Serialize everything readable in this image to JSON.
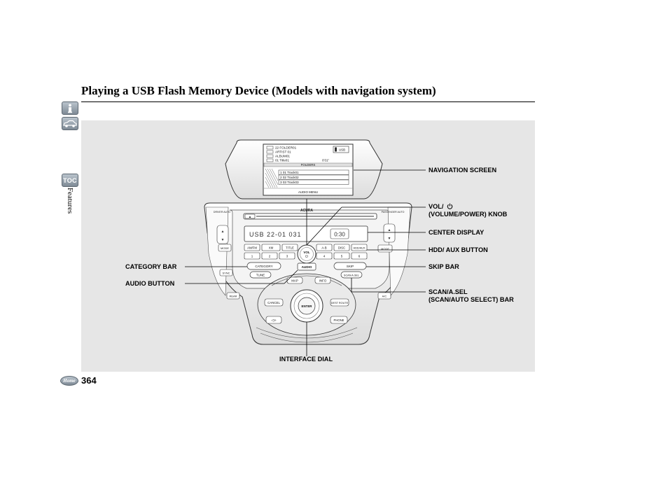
{
  "page": {
    "title": "Playing a USB Flash Memory Device (Models with navigation system)",
    "section": "Features",
    "page_number": "364"
  },
  "sidebar": {
    "toc_label": "TOC",
    "home_label": "Home"
  },
  "callouts": {
    "navigation_screen": "NAVIGATION SCREEN",
    "vol_line1": "VOL/",
    "vol_line2": "(VOLUME/POWER) KNOB",
    "center_display": "CENTER DISPLAY",
    "hdd_aux": "HDD/ AUX BUTTON",
    "skip_bar": "SKIP BAR",
    "scan_line1": "SCAN/A.SEL",
    "scan_line2": "(SCAN/AUTO SELECT) BAR",
    "category_bar": "CATEGORY BAR",
    "audio_button": "AUDIO BUTTON",
    "interface_dial": "INTERFACE DIAL"
  },
  "screen": {
    "rows": [
      "22 FOLDER01",
      "ARTIST 01",
      "ALBUM01",
      "01 Title01"
    ],
    "time": "0'31\"",
    "header": "FOLDERS",
    "tracks": [
      "1  01 Track01",
      "2  02 Track02",
      "3  03 Track03"
    ],
    "footer": "AUDIO MENU",
    "usb_badge": "USB"
  },
  "console": {
    "eject": "▲",
    "acura": "ACURA",
    "driver_auto": "DRIVER AUTO",
    "passenger_auto": "PASSENGER AUTO",
    "display_text": "USB  22-01  031",
    "display_clock": "0:30",
    "am_fm": "AM/FM",
    "xm": "XM",
    "title_btn": "TITLE",
    "ab": "A-B",
    "disc": "DISC",
    "hdd_aux": "HDD/AUX",
    "presets": [
      "1",
      "2",
      "3",
      "4",
      "5",
      "6"
    ],
    "vol": "VOL",
    "category": "CATEGORY",
    "tune": "TUNE",
    "audio": "AUDIO",
    "skip": "SKIP",
    "scan_asel": "SCAN A.SEL",
    "mode": "MODE",
    "sync": "SYNC",
    "map": "MAP",
    "info": "INFO",
    "cancel": "CANCEL",
    "enter": "ENTER",
    "dest_route": "DEST ROUTE",
    "phone": "PHONE",
    "ac": "A/C",
    "rear": "REAR"
  }
}
